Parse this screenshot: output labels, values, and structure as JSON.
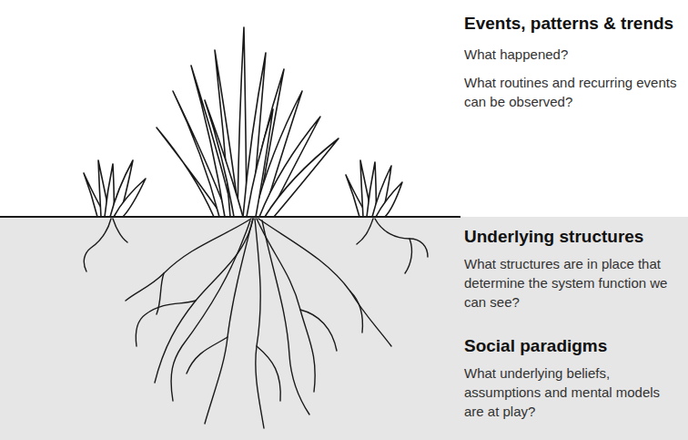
{
  "diagram": {
    "nodes": [
      {
        "text": [
          "Underlying structures",
          "What structures are in place that determine the system function we can see?",
          "Social paradigms",
          "What underlying beliefs, assumptions and mental models are at play?"
        ]
      }
    ],
    "labels": [
      "Events, patterns & trends",
      "What happened?",
      "What routines and recurring events can be observed?"
    ]
  }
}
